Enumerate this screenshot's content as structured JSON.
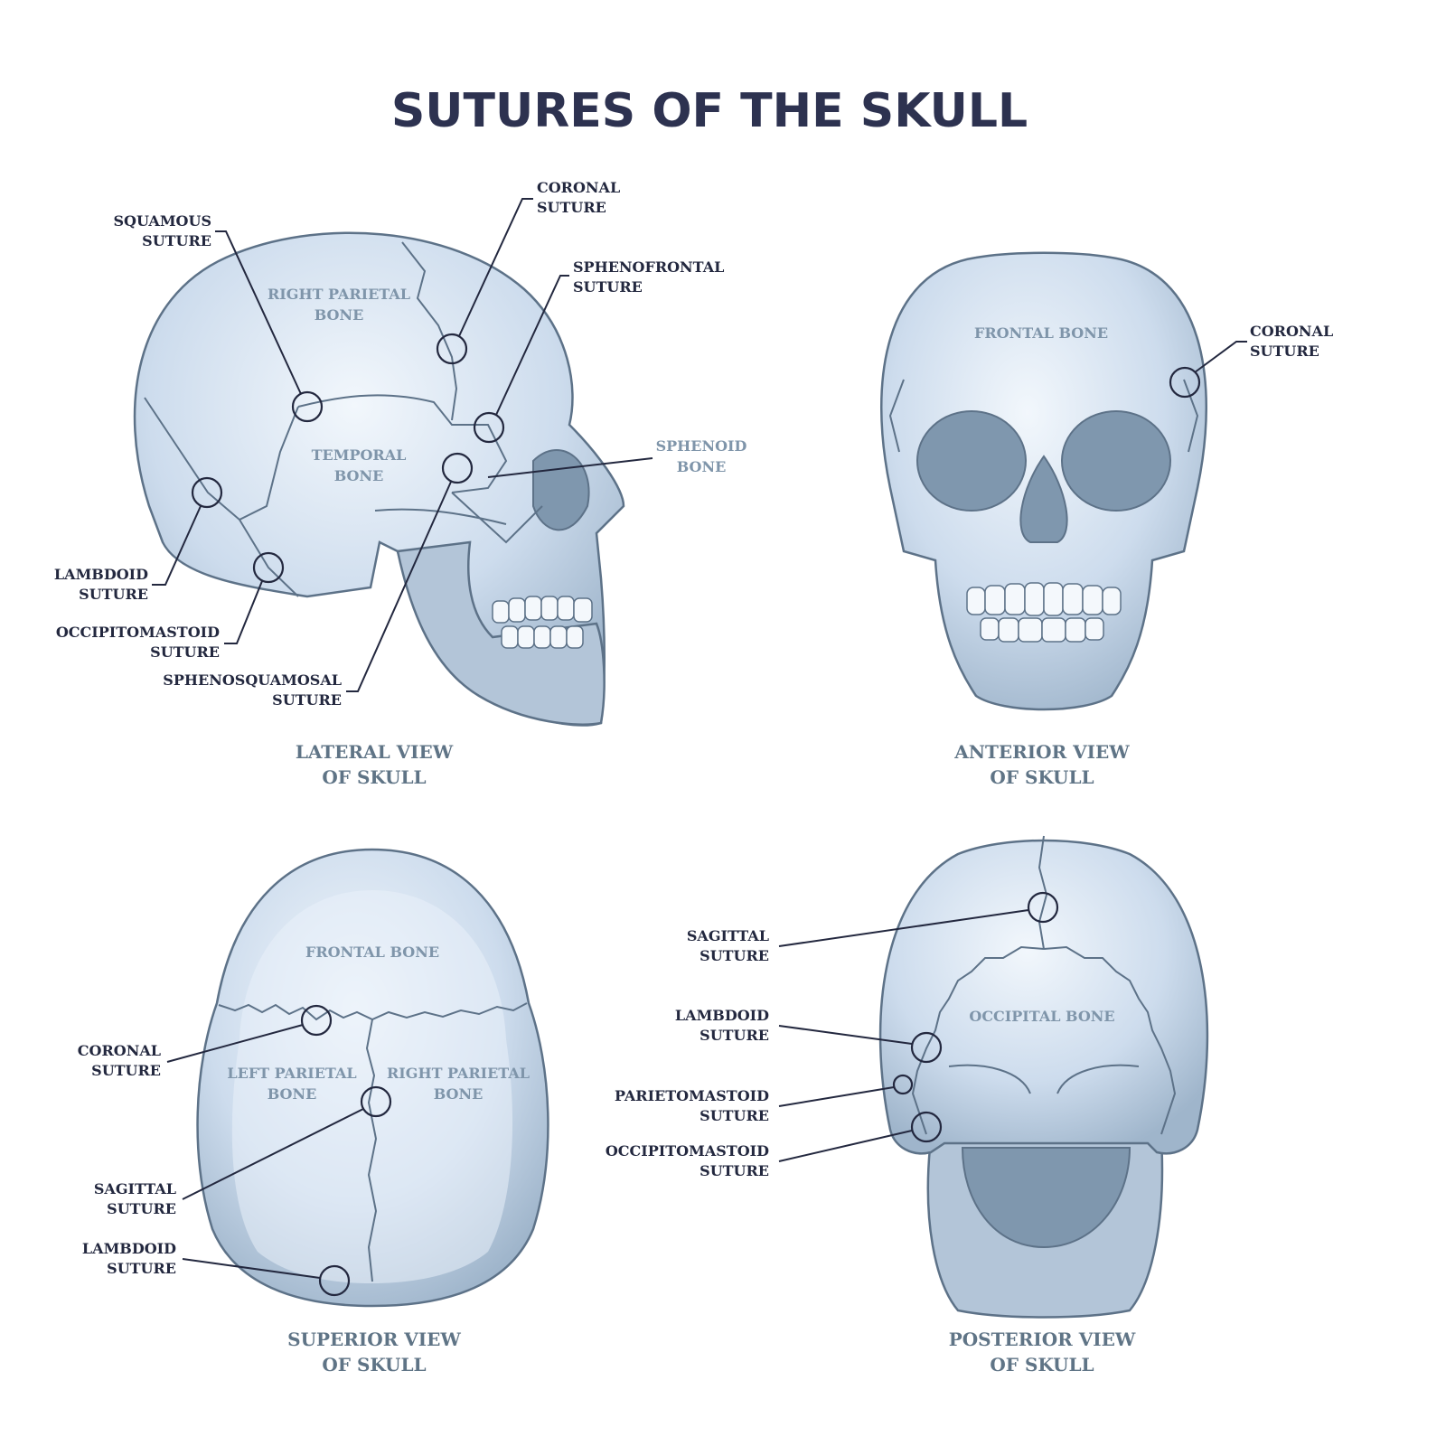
{
  "title": "SUTURES OF THE SKULL",
  "lateral": {
    "view_title": [
      "LATERAL VIEW",
      "OF SKULL"
    ],
    "bones": {
      "right_parietal": [
        "RIGHT PARIETAL",
        "BONE"
      ],
      "temporal": [
        "TEMPORAL",
        "BONE"
      ],
      "sphenoid": [
        "SPHENOID",
        "BONE"
      ]
    },
    "sutures": {
      "coronal": [
        "CORONAL",
        "SUTURE"
      ],
      "squamous": [
        "SQUAMOUS",
        "SUTURE"
      ],
      "sphenofrontal": [
        "SPHENOFRONTAL",
        "SUTURE"
      ],
      "lambdoid": [
        "LAMBDOID",
        "SUTURE"
      ],
      "occipitomastoid": [
        "OCCIPITOMASTOID",
        "SUTURE"
      ],
      "sphenosquamosal": [
        "SPHENOSQUAMOSAL",
        "SUTURE"
      ]
    }
  },
  "anterior": {
    "view_title": [
      "ANTERIOR VIEW",
      "OF SKULL"
    ],
    "bones": {
      "frontal": "FRONTAL BONE"
    },
    "sutures": {
      "coronal": [
        "CORONAL",
        "SUTURE"
      ]
    }
  },
  "superior": {
    "view_title": [
      "SUPERIOR VIEW",
      "OF SKULL"
    ],
    "bones": {
      "frontal": "FRONTAL BONE",
      "left_parietal": [
        "LEFT PARIETAL",
        "BONE"
      ],
      "right_parietal": [
        "RIGHT PARIETAL",
        "BONE"
      ]
    },
    "sutures": {
      "coronal": [
        "CORONAL",
        "SUTURE"
      ],
      "sagittal": [
        "SAGITTAL",
        "SUTURE"
      ],
      "lambdoid": [
        "LAMBDOID",
        "SUTURE"
      ]
    }
  },
  "posterior": {
    "view_title": [
      "POSTERIOR VIEW",
      "OF SKULL"
    ],
    "bones": {
      "occipital": "OCCIPITAL BONE"
    },
    "sutures": {
      "sagittal": [
        "SAGITTAL",
        "SUTURE"
      ],
      "lambdoid": [
        "LAMBDOID",
        "SUTURE"
      ],
      "parietomastoid": [
        "PARIETOMASTOID",
        "SUTURE"
      ],
      "occipitomastoid": [
        "OCCIPITOMASTOID",
        "SUTURE"
      ]
    }
  },
  "colors": {
    "title": "#2d3250",
    "bone_fill": "#c8d8e8",
    "outline": "#5d7288",
    "label": "#23283f",
    "bone_label": "#7f95aa"
  }
}
